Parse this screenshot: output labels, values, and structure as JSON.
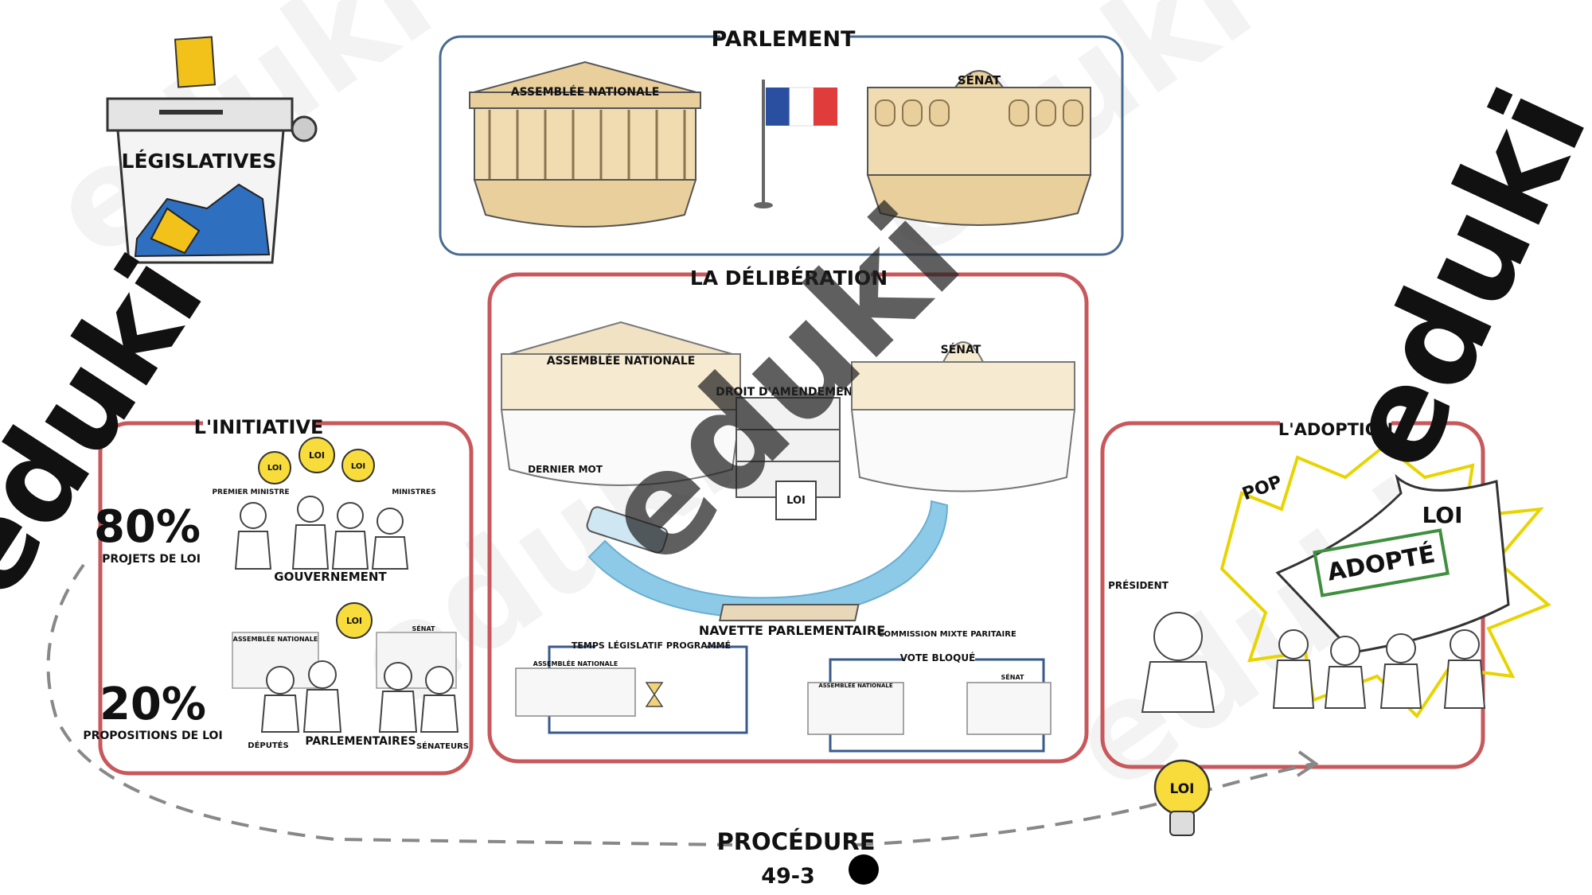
{
  "ballot_box": {
    "label": "LÉGISLATIVES"
  },
  "parliament": {
    "title": "PARLEMENT",
    "assembly_label": "ASSEMBLÉE NATIONALE",
    "senate_label": "SÉNAT"
  },
  "deliberation": {
    "title": "LA DÉLIBÉRATION",
    "assembly_label": "ASSEMBLÉE NATIONALE",
    "senate_label": "SÉNAT",
    "amendment_label": "DROIT D'AMENDEMENT",
    "last_word_label": "DERNIER MOT",
    "shuttle_label": "NAVETTE PARLEMENTAIRE",
    "cmp_label": "COMMISSION MIXTE PARITAIRE",
    "programmed_time": {
      "title": "TEMPS LÉGISLATIF PROGRAMMÉ",
      "assembly_label": "ASSEMBLÉE NATIONALE"
    },
    "blocked_vote": {
      "title": "VOTE BLOQUÉ",
      "assembly_label": "ASSEMBLÉE NATIONALE",
      "senate_label": "SÉNAT"
    },
    "doc_label": "LOI"
  },
  "initiative": {
    "title": "L'INITIATIVE",
    "bulb_label": "LOI",
    "pct_projects": "80%",
    "projects_label": "PROJETS DE LOI",
    "pm_label": "PREMIER MINISTRE",
    "ministers_label": "MINISTRES",
    "government_label": "GOUVERNEMENT",
    "pct_proposals": "20%",
    "proposals_label": "PROPOSITIONS DE LOI",
    "assembly_label": "ASSEMBLÉE NATIONALE",
    "senate_label": "SÉNAT",
    "deputies_label": "DÉPUTÉS",
    "parliamentarians_label": "PARLEMENTAIRES",
    "senators_label": "SÉNATEURS"
  },
  "adoption": {
    "title": "L'ADOPTION",
    "pop_label": "POP",
    "law_label": "LOI",
    "stamp_label": "ADOPTÉ",
    "president_label": "PRÉSIDENT"
  },
  "procedure": {
    "label": "PROCÉDURE",
    "number": "49-3",
    "bulb_label": "LOI"
  },
  "watermark": {
    "text": "eduki"
  },
  "colors": {
    "parliament_frame": "#4a6a92",
    "red_frame": "#c8585c",
    "blocked_frame": "#3a5a8c",
    "bulb_yellow": "#f7dc3c",
    "building_tan": "#e9cf9c",
    "ballot_blue": "#2f6fbf",
    "ballot_yellow": "#f2c21a",
    "stamp_green": "#3f8f3f",
    "river_blue": "#8ccae8",
    "flag_blue": "#2a4fa0",
    "flag_red": "#e03c3c"
  }
}
